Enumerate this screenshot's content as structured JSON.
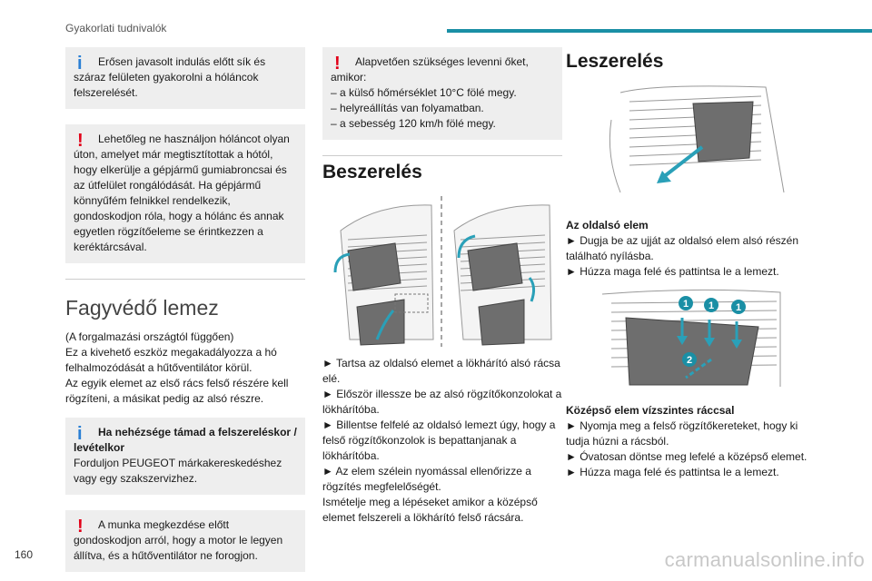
{
  "header": {
    "section_title": "Gyakorlati tudnivalók"
  },
  "page_number": "160",
  "watermark": "carmanualsonline.info",
  "col1": {
    "box1": {
      "icon": "i",
      "text": "Erősen javasolt indulás előtt sík és száraz felületen gyakorolni a hóláncok felszerelését."
    },
    "box2": {
      "icon": "!",
      "text": "Lehetőleg ne használjon hóláncot olyan úton, amelyet már megtisztítottak a hótól, hogy elkerülje a gépjármű gumiabroncsai és az útfelület rongálódását. Ha gépjármű könnyűfém felnikkel rendelkezik, gondoskodjon róla, hogy a hólánc és annak egyetlen rögzítőeleme se érintkezzen a keréktárcsával."
    },
    "heading": "Fagyvédő lemez",
    "para": [
      "(A forgalmazási országtól függően)",
      "Ez a kivehető eszköz megakadályozza a hó felhalmozódását a hűtőventilátor körül.",
      "Az egyik elemet az első rács felső részére kell rögzíteni, a másikat pedig az alsó részre."
    ],
    "box3": {
      "icon": "i",
      "title": "Ha nehézsége támad a felszereléskor / levételkor",
      "text": "Forduljon PEUGEOT márkakereskedéshez vagy egy szakszervizhez."
    },
    "box4": {
      "icon": "!",
      "text": "A munka megkezdése előtt gondoskodjon arról, hogy a motor le legyen állítva, és a hűtőventilátor ne forogjon."
    }
  },
  "col2": {
    "box1": {
      "icon": "!",
      "lines": [
        "Alapvetően szükséges levenni őket, amikor:",
        "– a külső hőmérséklet 10°C fölé megy.",
        "– helyreállítás van folyamatban.",
        "– a sebesség 120 km/h fölé megy."
      ]
    },
    "heading": "Beszerelés",
    "steps": [
      "► Tartsa az oldalsó elemet a lökhárító alsó rácsa elé.",
      "► Először illessze be az alsó rögzítőkonzolokat a lökhárítóba.",
      "► Billentse felfelé az oldalsó lemezt úgy, hogy a felső rögzítőkonzolok is bepattanjanak a lökhárítóba.",
      "► Az elem szélein nyomással ellenőrizze a rögzítés megfelelőségét.",
      "Ismételje meg a lépéseket amikor a középső elemet felszereli a lökhárító felső rácsára."
    ]
  },
  "col3": {
    "heading": "Leszerelés",
    "sub1": "Az oldalsó elem",
    "sub1_steps": [
      "► Dugja be az ujját az oldalsó elem alsó részén található nyílásba.",
      "► Húzza maga felé és pattintsa le a lemezt."
    ],
    "callouts": [
      "1",
      "1",
      "1",
      "2"
    ],
    "sub2": "Középső elem vízszintes ráccsal",
    "sub2_steps": [
      "► Nyomja meg a felső rögzítőkereteket, hogy ki tudja húzni a rácsból.",
      "► Óvatosan döntse meg lefelé a középső elemet.",
      "► Húzza maga felé és pattintsa le a lemezt."
    ]
  },
  "colors": {
    "accent": "#1a8fa5",
    "info": "#2a7fd4",
    "warning": "#e20018",
    "box_bg": "#eeeeee"
  }
}
